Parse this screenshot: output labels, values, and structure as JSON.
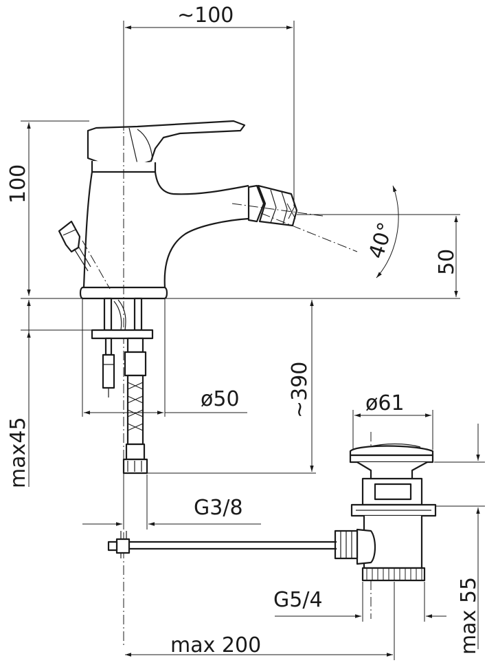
{
  "dimensions": {
    "top_width": "~100",
    "height_left": "100",
    "outlet_height": "50",
    "angle": "40°",
    "hose_length": "~390",
    "base_diameter": "ø50",
    "max_thickness": "max45",
    "connection": "G3/8",
    "waste_diameter": "ø61",
    "waste_thread": "G5/4",
    "waste_height": "max 55",
    "rod_length": "max 200"
  },
  "colors": {
    "line": "#1a1a1a",
    "background": "#ffffff"
  }
}
